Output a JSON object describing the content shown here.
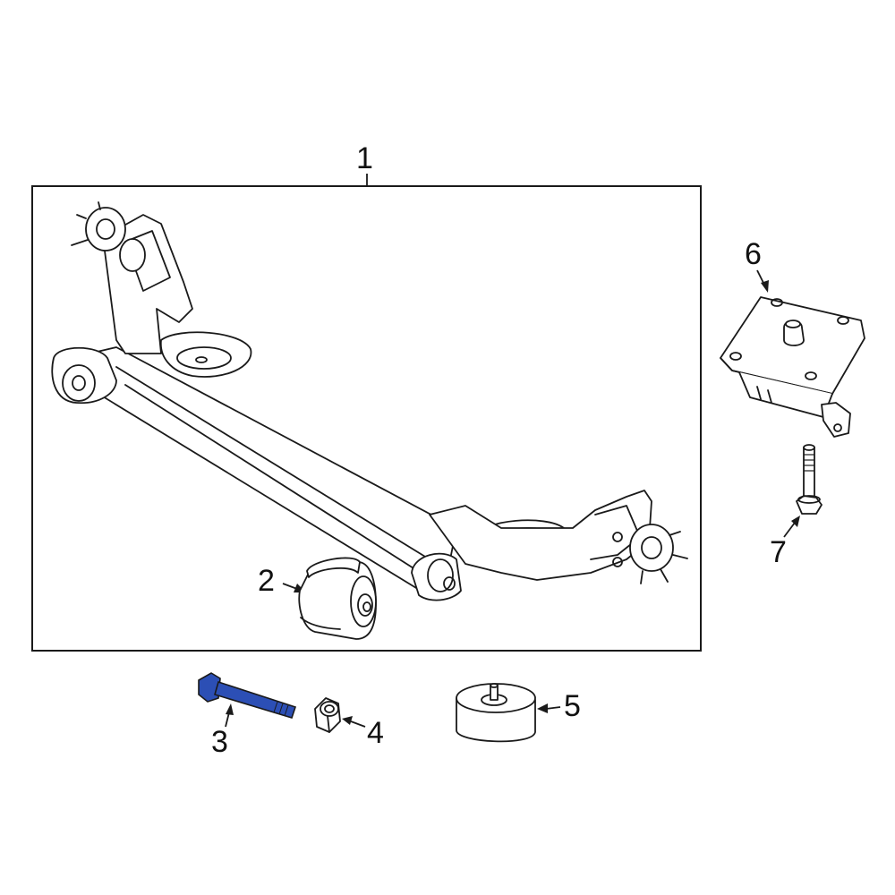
{
  "colors": {
    "line": "#1a1a1a",
    "highlight": "#2c4fb5",
    "background": "#ffffff"
  },
  "callouts": {
    "c1": "1",
    "c2": "2",
    "c3": "3",
    "c4": "4",
    "c5": "5",
    "c6": "6",
    "c7": "7"
  },
  "highlighted_part": "3"
}
